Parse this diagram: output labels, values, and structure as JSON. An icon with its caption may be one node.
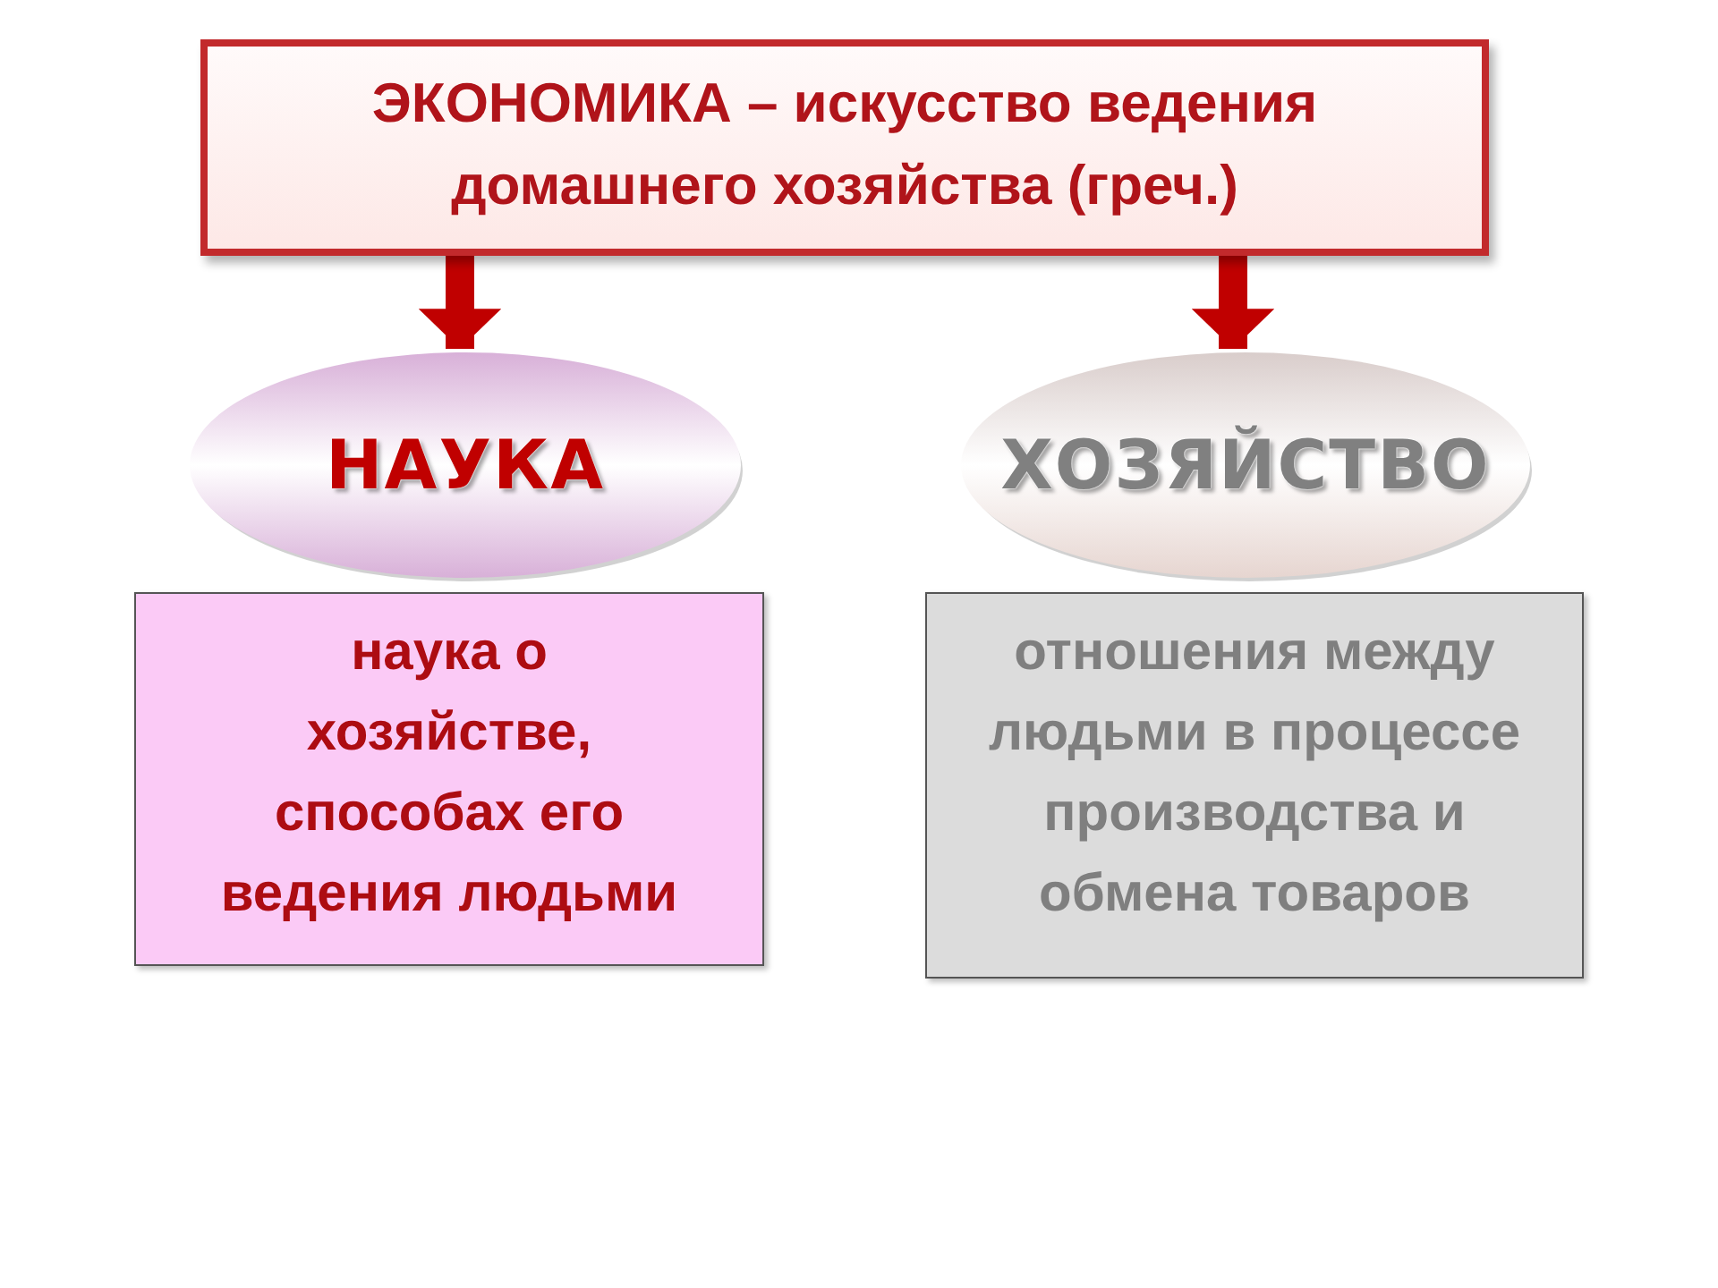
{
  "diagram": {
    "nodes": [
      {
        "text": [
          "ЭКОНОМИКА – искусство ведения домашнего хозяйства (греч.)"
        ]
      },
      {
        "text": [
          "НАУКА"
        ]
      },
      {
        "text": [
          "ХОЗЯЙСТВО"
        ]
      },
      {
        "text": [
          "наука о хозяйстве, способах его ведения людьми"
        ]
      },
      {
        "text": [
          "отношения между людьми в процессе производства и обмена товаров"
        ]
      }
    ],
    "edges": [
      {
        "from": 0,
        "to": 1,
        "arrow": "to"
      },
      {
        "from": 0,
        "to": 2,
        "arrow": "to"
      }
    ]
  }
}
